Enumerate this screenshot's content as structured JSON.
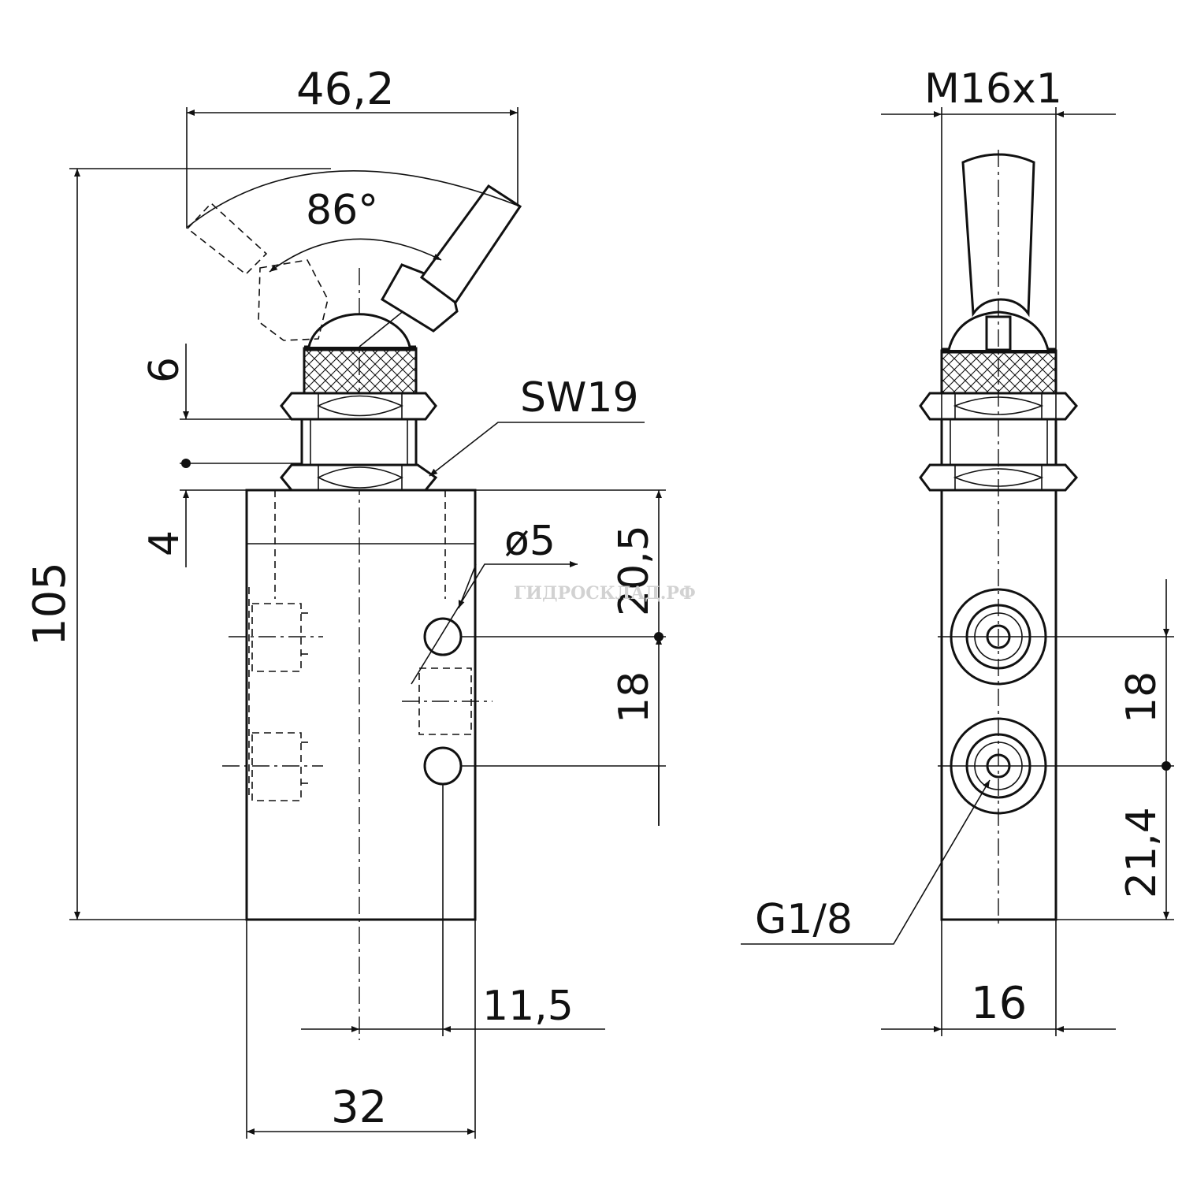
{
  "drawing": {
    "dimensions": {
      "handle_span": "46,2",
      "lever_angle": "86°",
      "total_height": "105",
      "nut_height": "6",
      "gap_height": "4",
      "wrench_size": "SW19",
      "hole_diameter": "ø5",
      "top_to_port": "20,5",
      "port_spacing_front": "18",
      "port_offset": "11,5",
      "body_width": "32",
      "thread": "M16x1",
      "port_spacing_side": "18",
      "port_to_bottom": "21,4",
      "port_thread": "G1/8",
      "body_depth": "16"
    },
    "watermark": "ГИДРОСКЛАД.РФ"
  }
}
